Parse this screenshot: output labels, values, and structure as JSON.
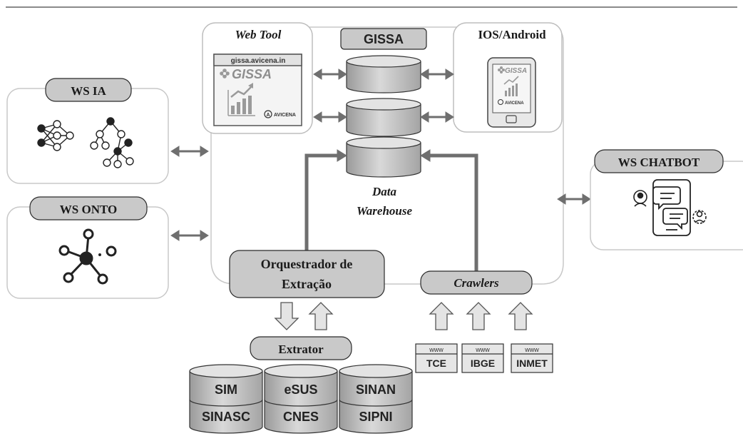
{
  "diagram": {
    "web_tool": {
      "title": "Web Tool",
      "url": "gissa.avicena.in",
      "logo": "GISSA",
      "brand": "AVICENA"
    },
    "gissa": "GISSA",
    "mobile": {
      "title": "IOS/Android",
      "logo": "GISSA",
      "brand": "AVICENA"
    },
    "ws_ia": "WS IA",
    "ws_onto": "WS ONTO",
    "ws_chatbot": "WS CHATBOT",
    "data_warehouse": {
      "line1": "Data",
      "line2": "Warehouse"
    },
    "orquestrador": {
      "line1": "Orquestrador de",
      "line2": "Extração"
    },
    "crawlers": "Crawlers",
    "extrator": "Extrator",
    "databases": [
      {
        "top": "SIM",
        "bottom": "SINASC"
      },
      {
        "top": "eSUS",
        "bottom": "CNES"
      },
      {
        "top": "SINAN",
        "bottom": "SIPNI"
      }
    ],
    "web_sources": [
      {
        "tag": "www",
        "name": "TCE"
      },
      {
        "tag": "www",
        "name": "IBGE"
      },
      {
        "tag": "www",
        "name": "INMET"
      }
    ]
  },
  "colors": {
    "box_fill": "#c9c9c9",
    "box_stroke": "#2b2b2b",
    "arrow": "#6f6f6f",
    "panel_stroke": "#c8c8c8",
    "icon": "#222222"
  }
}
